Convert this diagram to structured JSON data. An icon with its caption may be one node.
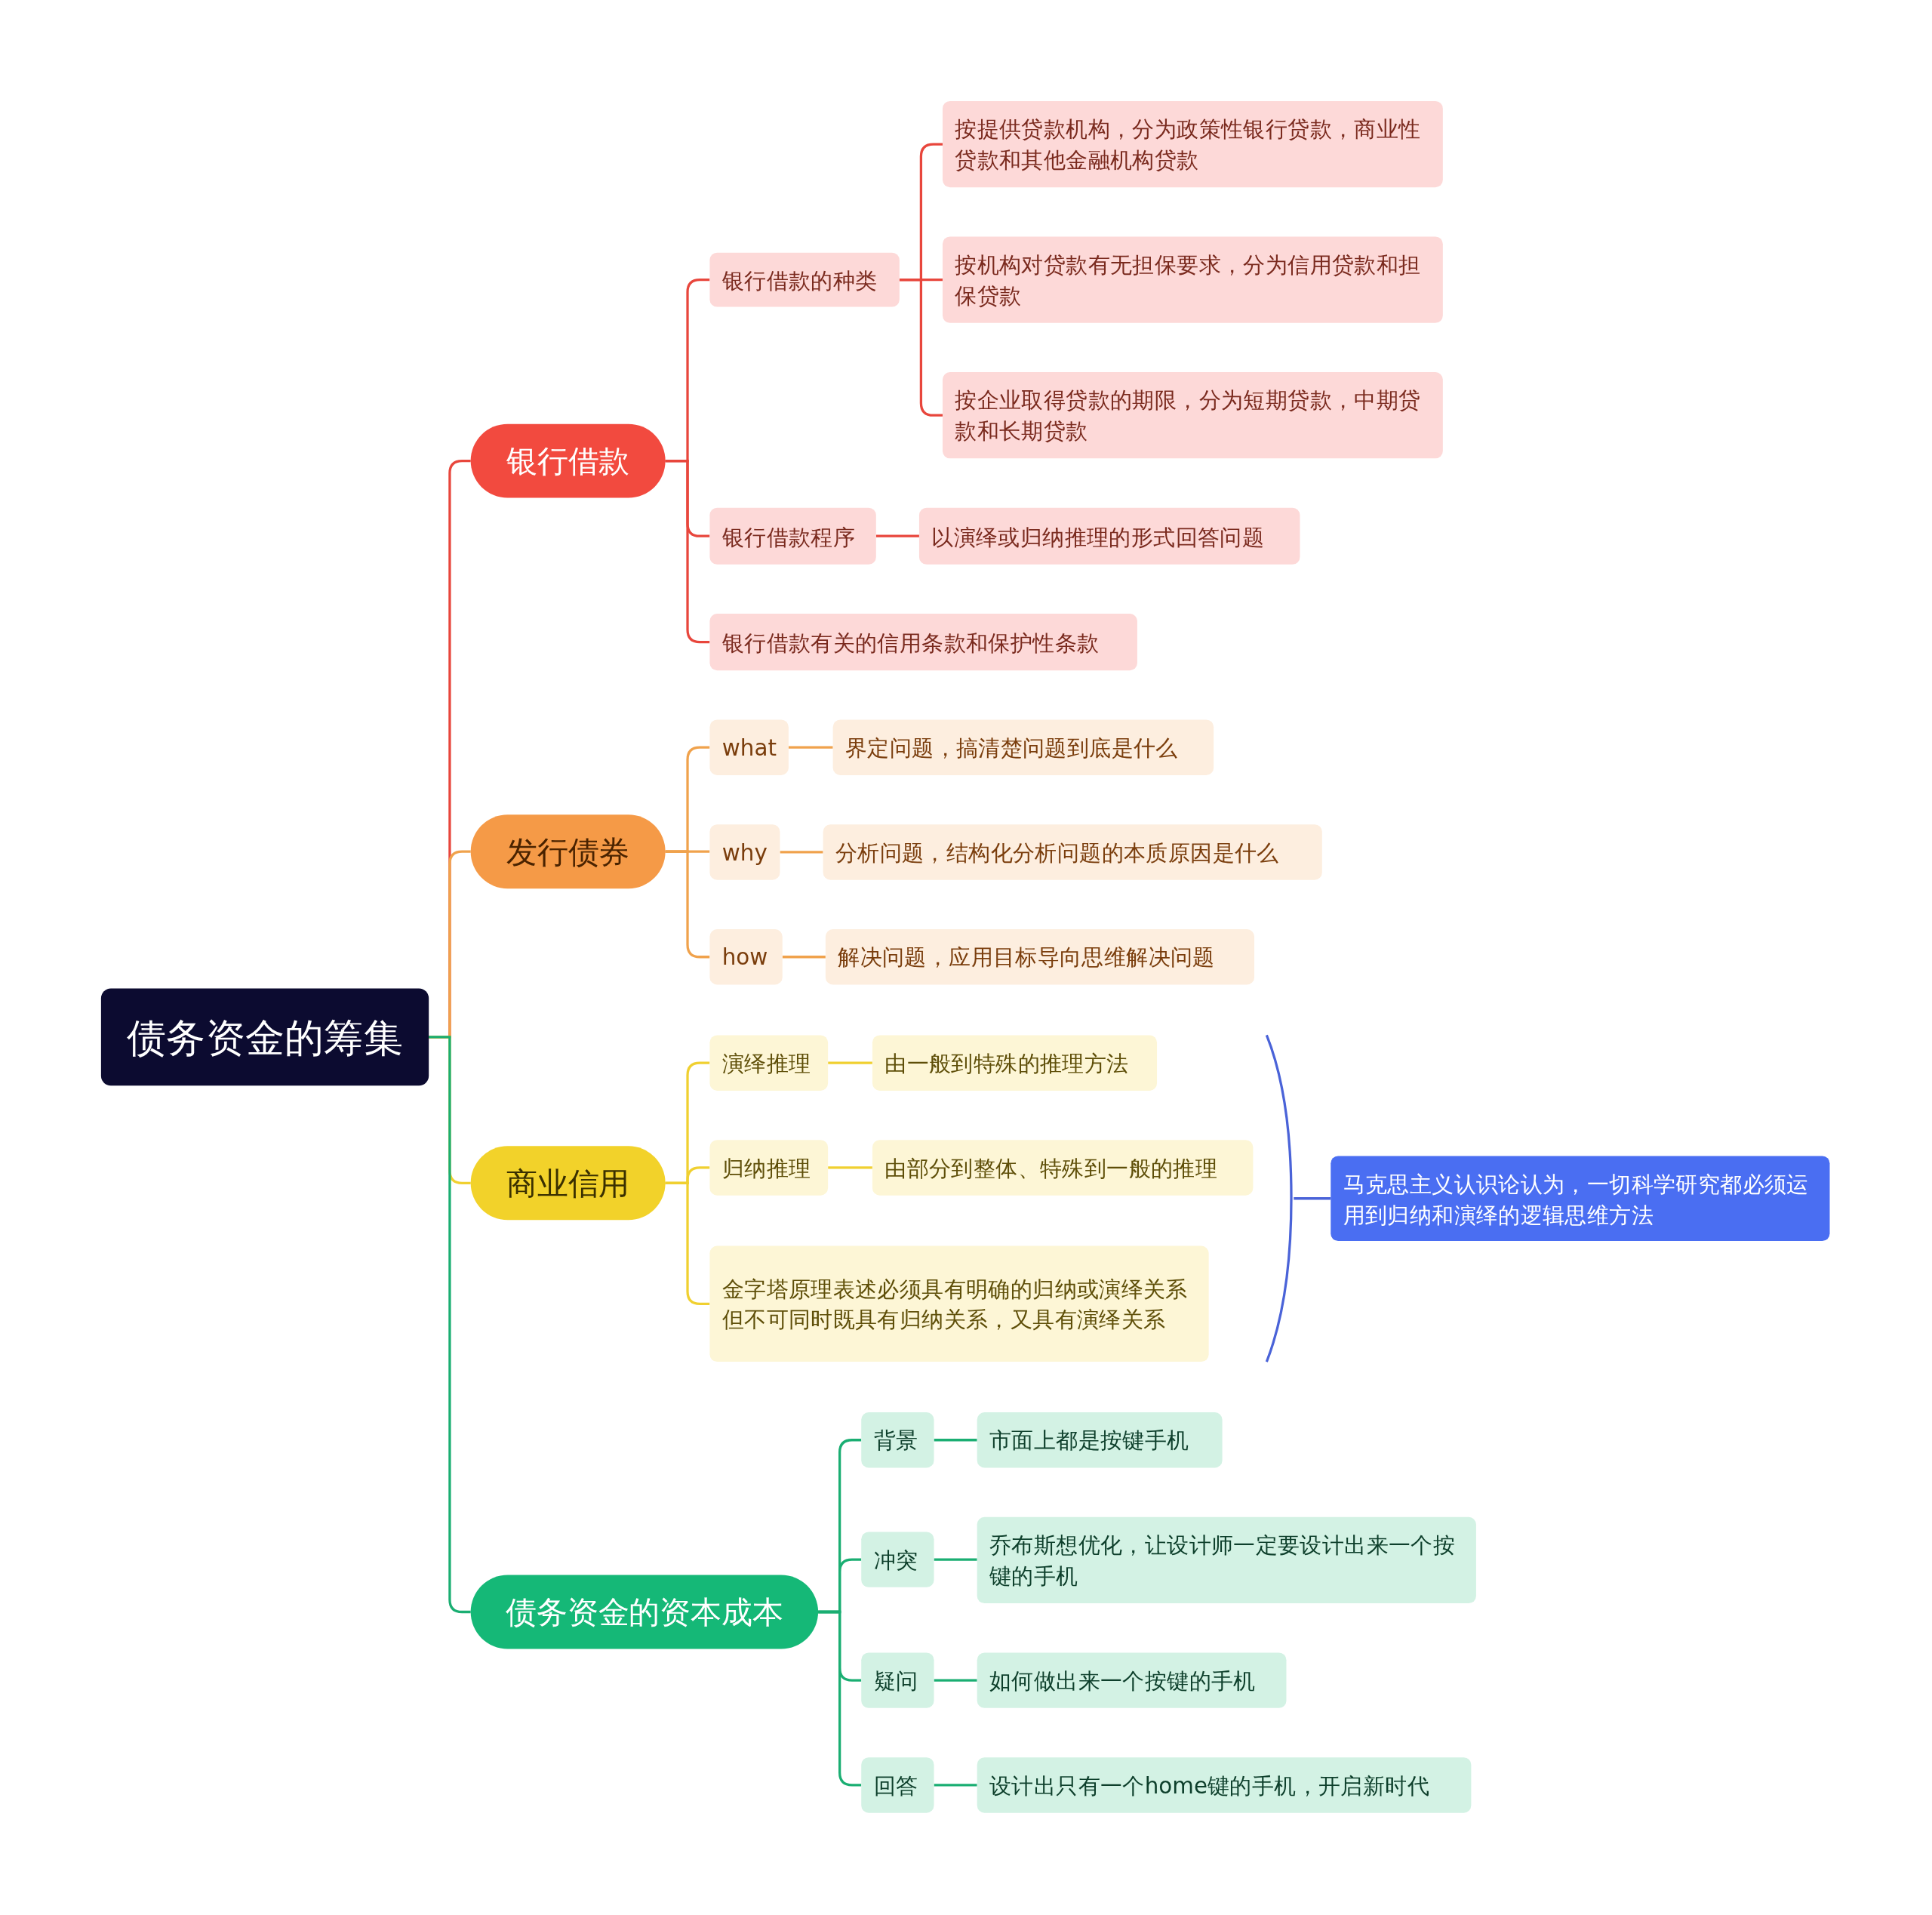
{
  "diagram": {
    "nodes": [
      {
        "text": [
          "债务资金的筹集"
        ]
      },
      {
        "text": [
          "银行借款"
        ]
      },
      {
        "text": [
          "银行借款的种类"
        ]
      },
      {
        "text": [
          "按提供贷款机构，分为政策性银行贷款，商业性贷款和其他金融机构贷款"
        ]
      },
      {
        "text": [
          "按机构对贷款有无担保要求，分为信用贷款和担保贷款"
        ]
      },
      {
        "text": [
          "按企业取得贷款的期限，分为短期贷款，中期贷款和长期贷款"
        ]
      },
      {
        "text": [
          "银行借款程序"
        ]
      },
      {
        "text": [
          "以演绎或归纳推理的形式回答问题"
        ]
      },
      {
        "text": [
          "银行借款有关的信用条款和保护性条款"
        ]
      },
      {
        "text": [
          "发行债券"
        ]
      },
      {
        "text": [
          "what"
        ]
      },
      {
        "text": [
          "界定问题，搞清楚问题到底是什么"
        ]
      },
      {
        "text": [
          "why"
        ]
      },
      {
        "text": [
          "分析问题，结构化分析问题的本质原因是什么"
        ]
      },
      {
        "text": [
          "how"
        ]
      },
      {
        "text": [
          "解决问题，应用目标导向思维解决问题"
        ]
      },
      {
        "text": [
          "商业信用"
        ]
      },
      {
        "text": [
          "演绎推理"
        ]
      },
      {
        "text": [
          "由一般到特殊的推理方法"
        ]
      },
      {
        "text": [
          "归纳推理"
        ]
      },
      {
        "text": [
          "由部分到整体、特殊到一般的推理"
        ]
      },
      {
        "text": [
          "金字塔原理表述必须具有明确的归纳或演绎关系",
          "但不可同时既具有归纳关系，又具有演绎关系"
        ]
      },
      {
        "text": [
          "马克思主义认识论认为，一切科学研究都必须运用到归纳和演绎的逻辑思维方法"
        ]
      },
      {
        "text": [
          "债务资金的资本成本"
        ]
      },
      {
        "text": [
          "背景"
        ]
      },
      {
        "text": [
          "市面上都是按键手机"
        ]
      },
      {
        "text": [
          "冲突"
        ]
      },
      {
        "text": [
          "乔布斯想优化，让设计师一定要设计出来一个按键的手机"
        ]
      },
      {
        "text": [
          "疑问"
        ]
      },
      {
        "text": [
          "如何做出来一个按键的手机"
        ]
      },
      {
        "text": [
          "回答"
        ]
      },
      {
        "text": [
          "设计出只有一个home键的手机，开启新时代"
        ]
      },
      {
        "text": [],
        "shape": "bracket"
      }
    ],
    "edges": [
      {
        "from": 0,
        "to": 1,
        "arrow": "none",
        "color": "#e8463c"
      },
      {
        "from": 1,
        "to": 2,
        "arrow": "none",
        "color": "#e8463c"
      },
      {
        "from": 2,
        "to": 3,
        "arrow": "none",
        "color": "#e8463c"
      },
      {
        "from": 2,
        "to": 4,
        "arrow": "none",
        "color": "#e8463c"
      },
      {
        "from": 2,
        "to": 5,
        "arrow": "none",
        "color": "#e8463c"
      },
      {
        "from": 1,
        "to": 6,
        "arrow": "none",
        "color": "#e8463c"
      },
      {
        "from": 6,
        "to": 7,
        "arrow": "none",
        "color": "#e8463c"
      },
      {
        "from": 1,
        "to": 8,
        "arrow": "none",
        "color": "#e8463c"
      },
      {
        "from": 0,
        "to": 9,
        "arrow": "none",
        "color": "#f0a24c"
      },
      {
        "from": 9,
        "to": 10,
        "arrow": "none",
        "color": "#f0a24c"
      },
      {
        "from": 10,
        "to": 11,
        "arrow": "none",
        "color": "#f0a24c"
      },
      {
        "from": 9,
        "to": 12,
        "arrow": "none",
        "color": "#f0a24c"
      },
      {
        "from": 12,
        "to": 13,
        "arrow": "none",
        "color": "#f0a24c"
      },
      {
        "from": 9,
        "to": 14,
        "arrow": "none",
        "color": "#f0a24c"
      },
      {
        "from": 14,
        "to": 15,
        "arrow": "none",
        "color": "#f0a24c"
      },
      {
        "from": 0,
        "to": 16,
        "arrow": "none",
        "color": "#f0d030"
      },
      {
        "from": 16,
        "to": 17,
        "arrow": "none",
        "color": "#f0d030"
      },
      {
        "from": 17,
        "to": 18,
        "arrow": "none",
        "color": "#f0d030"
      },
      {
        "from": 16,
        "to": 19,
        "arrow": "none",
        "color": "#f0d030"
      },
      {
        "from": 19,
        "to": 20,
        "arrow": "none",
        "color": "#f0d030"
      },
      {
        "from": 16,
        "to": 21,
        "arrow": "none",
        "color": "#f0d030"
      },
      {
        "from": 32,
        "to": 22,
        "arrow": "none",
        "color": "#4a63d8"
      },
      {
        "from": 0,
        "to": 23,
        "arrow": "none",
        "color": "#1aae72"
      },
      {
        "from": 23,
        "to": 24,
        "arrow": "none",
        "color": "#1aae72"
      },
      {
        "from": 24,
        "to": 25,
        "arrow": "none",
        "color": "#1aae72"
      },
      {
        "from": 23,
        "to": 26,
        "arrow": "none",
        "color": "#1aae72"
      },
      {
        "from": 26,
        "to": 27,
        "arrow": "none",
        "color": "#1aae72"
      },
      {
        "from": 23,
        "to": 28,
        "arrow": "none",
        "color": "#1aae72"
      },
      {
        "from": 28,
        "to": 29,
        "arrow": "none",
        "color": "#1aae72"
      },
      {
        "from": 23,
        "to": 30,
        "arrow": "none",
        "color": "#1aae72"
      },
      {
        "from": 30,
        "to": 31,
        "arrow": "none",
        "color": "#1aae72"
      }
    ]
  }
}
